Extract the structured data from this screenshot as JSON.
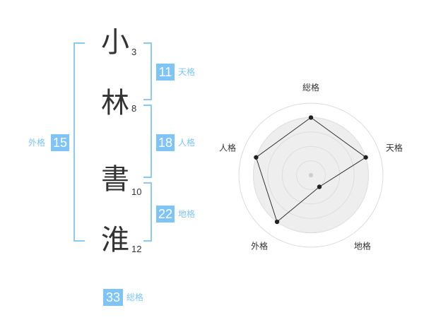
{
  "accent_color": "#7fc4f7",
  "label_color": "#7fc4f7",
  "name": {
    "chars": [
      {
        "char": "小",
        "strokes": "3"
      },
      {
        "char": "林",
        "strokes": "8"
      },
      {
        "char": "書",
        "strokes": "10"
      },
      {
        "char": "淮",
        "strokes": "12"
      }
    ]
  },
  "fortune": {
    "tenkaku": {
      "value": "11",
      "label": "天格"
    },
    "jinkaku": {
      "value": "18",
      "label": "人格"
    },
    "chikaku": {
      "value": "22",
      "label": "地格"
    },
    "gaikaku": {
      "value": "15",
      "label": "外格"
    },
    "soukaku": {
      "value": "33",
      "label": "総格"
    }
  },
  "chart_data": {
    "type": "radar",
    "axes": [
      "総格",
      "天格",
      "地格",
      "外格",
      "人格"
    ],
    "rings": 5,
    "max": 5,
    "values": [
      4,
      4,
      1,
      4,
      4
    ]
  }
}
